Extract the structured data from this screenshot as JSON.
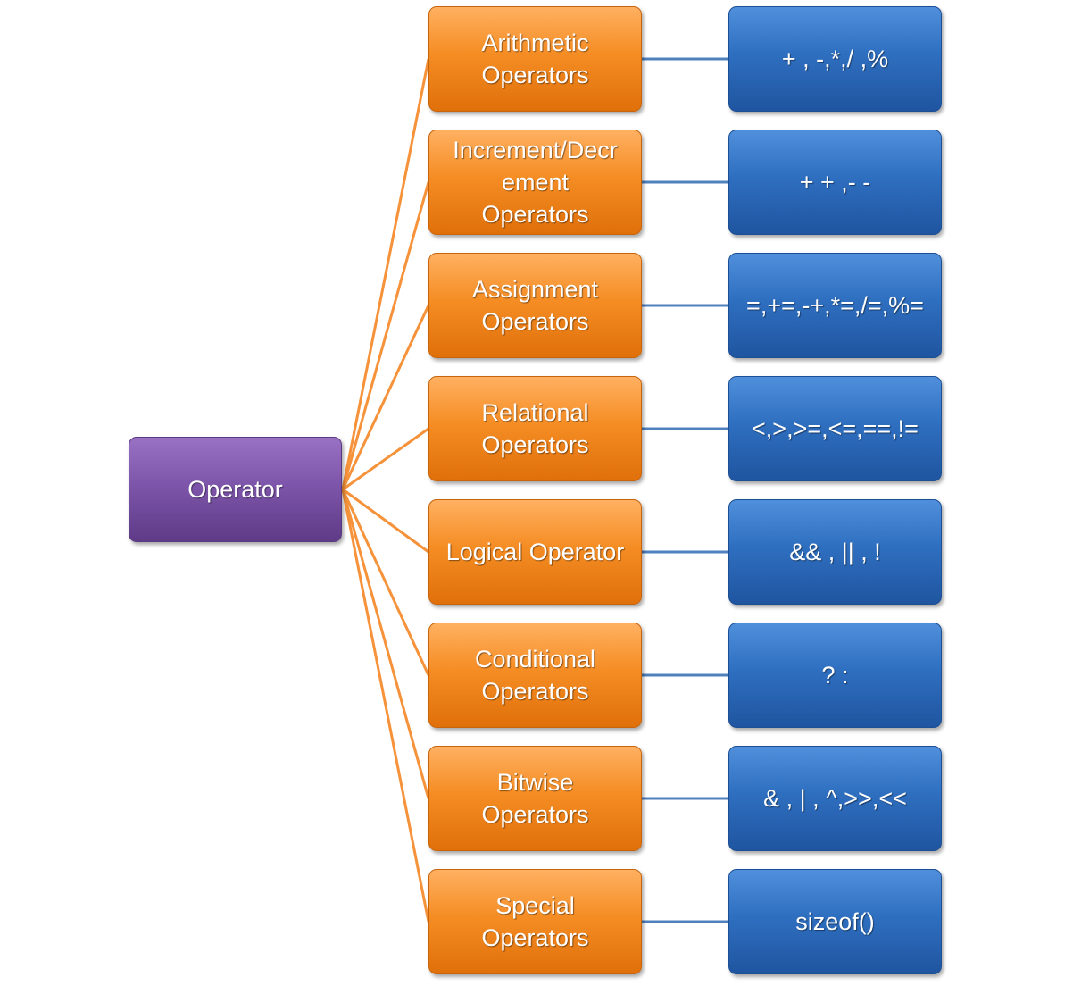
{
  "colors": {
    "root_fill": "#7d55aa",
    "category_fill": "#f58d24",
    "symbol_fill": "#2f6fc0",
    "root_connector": "#f5923a",
    "category_connector": "#4f81bd"
  },
  "root": {
    "label": "Operator"
  },
  "branches": [
    {
      "category": "Arithmetic\nOperators",
      "symbols": "+ , -,*,/ ,%"
    },
    {
      "category": "Increment/Decr\nement\nOperators",
      "symbols": "+ + ,- -"
    },
    {
      "category": "Assignment\nOperators",
      "symbols": "=,+=,-+,*=,/=,%="
    },
    {
      "category": "Relational\nOperators",
      "symbols": "<,>,>=,<=,==,!="
    },
    {
      "category": "Logical Operator",
      "symbols": "&& , || , !"
    },
    {
      "category": "Conditional\nOperators",
      "symbols": "? :"
    },
    {
      "category": "Bitwise\nOperators",
      "symbols": "& , | , ^,>>,<<"
    },
    {
      "category": "Special\nOperators",
      "symbols": "sizeof()"
    }
  ]
}
